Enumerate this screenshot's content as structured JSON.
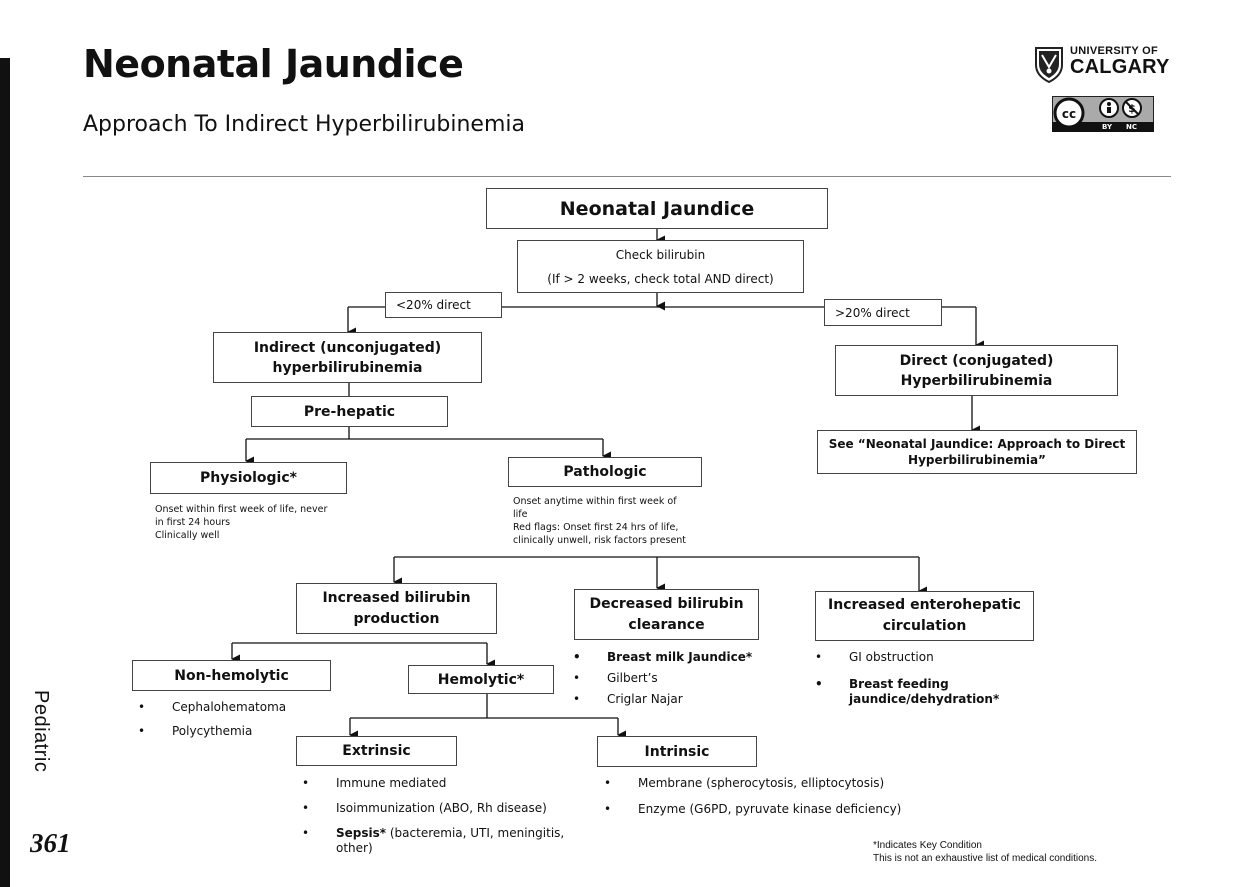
{
  "header": {
    "title": "Neonatal Jaundice",
    "subtitle": "Approach To Indirect Hyperbilirubinemia",
    "logo_line1": "UNIVERSITY OF",
    "logo_line2": "CALGARY",
    "license_by": "BY",
    "license_nc": "NC"
  },
  "sidebar": {
    "label": "Pediatric",
    "page_number": "361"
  },
  "flow": {
    "root": "Neonatal Jaundice",
    "check_line1": "Check bilirubin",
    "check_line2": "(If > 2 weeks, check total AND direct)",
    "lt20": "<20% direct",
    "gt20": ">20% direct",
    "indirect_line1": "Indirect (unconjugated)",
    "indirect_line2": "hyperbilirubinemia",
    "direct_line1": "Direct (conjugated)",
    "direct_line2": "Hyperbilirubinemia",
    "see_line1": "See “Neonatal Jaundice: Approach to Direct",
    "see_line2": "Hyperbilirubinemia”",
    "prehepatic": "Pre-hepatic",
    "physiologic": "Physiologic*",
    "physiologic_note1": "Onset within first week of life, never",
    "physiologic_note2": "in first 24 hours",
    "physiologic_note3": "Clinically well",
    "pathologic": "Pathologic",
    "pathologic_note1": "Onset anytime within first week of",
    "pathologic_note2": "life",
    "pathologic_note3": "Red flags: Onset first 24 hrs of life,",
    "pathologic_note4": "clinically unwell, risk factors present",
    "inc_prod_line1": "Increased bilirubin",
    "inc_prod_line2": "production",
    "dec_clear_line1": "Decreased bilirubin",
    "dec_clear_line2": "clearance",
    "inc_entero_line1": "Increased enterohepatic",
    "inc_entero_line2": "circulation",
    "nonhemolytic": "Non-hemolytic",
    "hemolytic": "Hemolytic*",
    "extrinsic": "Extrinsic",
    "intrinsic": "Intrinsic"
  },
  "lists": {
    "nonhemolytic": [
      "Cephalohematoma",
      "Polycythemia"
    ],
    "clearance": [
      "Breast milk Jaundice*",
      "Gilbert’s",
      "Criglar Najar"
    ],
    "entero_1": "GI obstruction",
    "entero_2a": "Breast feeding",
    "entero_2b": "jaundice/dehydration*",
    "extrinsic_1": "Immune mediated",
    "extrinsic_2": "Isoimmunization (ABO, Rh disease)",
    "extrinsic_3a": "Sepsis*",
    "extrinsic_3b": " (bacteremia, UTI, meningitis,",
    "extrinsic_3c": "other)",
    "intrinsic_1": "Membrane (spherocytosis, elliptocytosis)",
    "intrinsic_2": "Enzyme (G6PD, pyruvate kinase deficiency)"
  },
  "footnote": {
    "line1": "*Indicates Key Condition",
    "line2": "This is not an exhaustive list of medical conditions."
  }
}
